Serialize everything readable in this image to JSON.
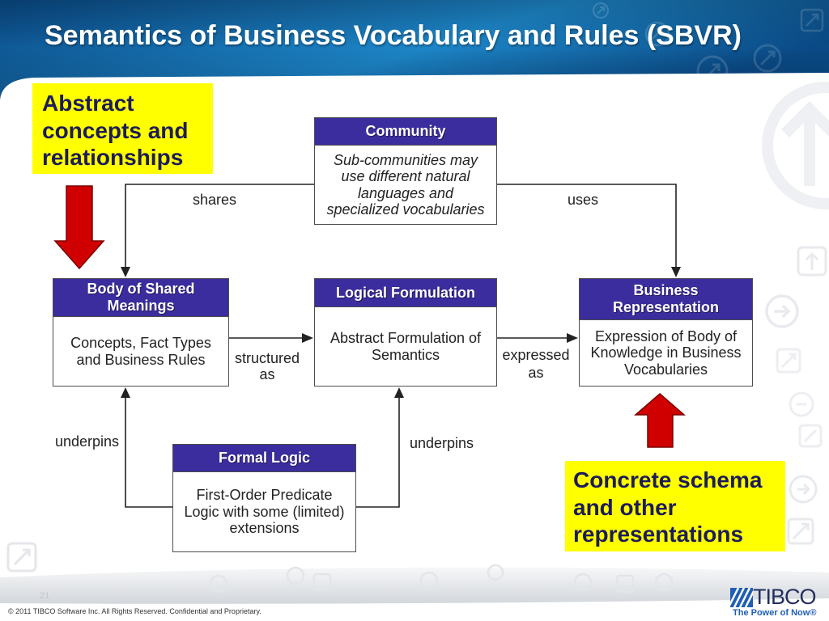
{
  "slide": {
    "title": "Semantics of Business Vocabulary and Rules (SBVR)",
    "slide_number": "21",
    "copyright": "© 2011 TIBCO Software Inc. All Rights Reserved. Confidential and Proprietary."
  },
  "logo": {
    "wordmark": "TIBCO",
    "tagline": "The Power of Now®",
    "icon": "tibco-stripes-icon"
  },
  "callouts": {
    "abstract": {
      "text": "Abstract\nconcepts and\nrelationships",
      "icon": "red-down-arrow-icon"
    },
    "concrete": {
      "text": "Concrete schema\nand other\nrepresentations",
      "icon": "red-up-arrow-icon"
    }
  },
  "diagram": {
    "nodes": {
      "community": {
        "header": "Community",
        "body": "Sub-communities may\nuse different natural\nlanguages and\nspecialized vocabularies"
      },
      "shared_meanings": {
        "header": "Body of Shared\nMeanings",
        "body": "Concepts, Fact Types\nand Business Rules"
      },
      "logical_formulation": {
        "header": "Logical Formulation",
        "body": "Abstract Formulation of\nSemantics"
      },
      "business_representation": {
        "header": "Business\nRepresentation",
        "body": "Expression of Body of\nKnowledge in Business\nVocabularies"
      },
      "formal_logic": {
        "header": "Formal Logic",
        "body": "First-Order Predicate\nLogic with some (limited)\nextensions"
      }
    },
    "edges": {
      "community_to_shared_meanings": {
        "label": "shares"
      },
      "community_to_business_representation": {
        "label": "uses"
      },
      "shared_meanings_to_logical_formulation": {
        "label": "structured\nas"
      },
      "logical_formulation_to_business_representation": {
        "label": "expressed\nas"
      },
      "formal_logic_to_shared_meanings": {
        "label": "underpins"
      },
      "formal_logic_to_logical_formulation": {
        "label": "underpins"
      }
    }
  },
  "colors": {
    "band_dark": "#0a4a86",
    "band_light": "#1d86c8",
    "node_header": "#3b2d9e",
    "callout_fill": "#ffff00",
    "callout_text": "#1c1c5a",
    "red_arrow": "#d10000",
    "tagline": "#1f5fb4",
    "wordmark": "#23305e"
  }
}
